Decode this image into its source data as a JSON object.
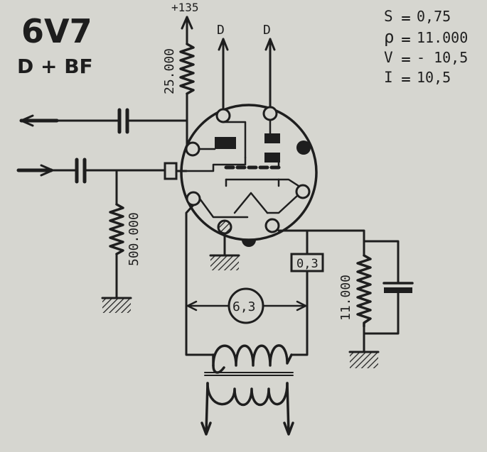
{
  "title": "6V7",
  "function": "D + BF",
  "params": [
    {
      "symbol": "S",
      "value": "0,75"
    },
    {
      "symbol": "ρ",
      "value": "11.000"
    },
    {
      "symbol": "V",
      "value": "- 10,5"
    },
    {
      "symbol": "I",
      "value": "10,5"
    }
  ],
  "labels": {
    "supply": "+135",
    "diode_1": "D",
    "diode_2": "D",
    "plate_resistor": "25.000",
    "grid_resistor": "500.000",
    "cathode_resistor": "11.000",
    "heater_current": "0,3",
    "heater_voltage": "6,3"
  }
}
